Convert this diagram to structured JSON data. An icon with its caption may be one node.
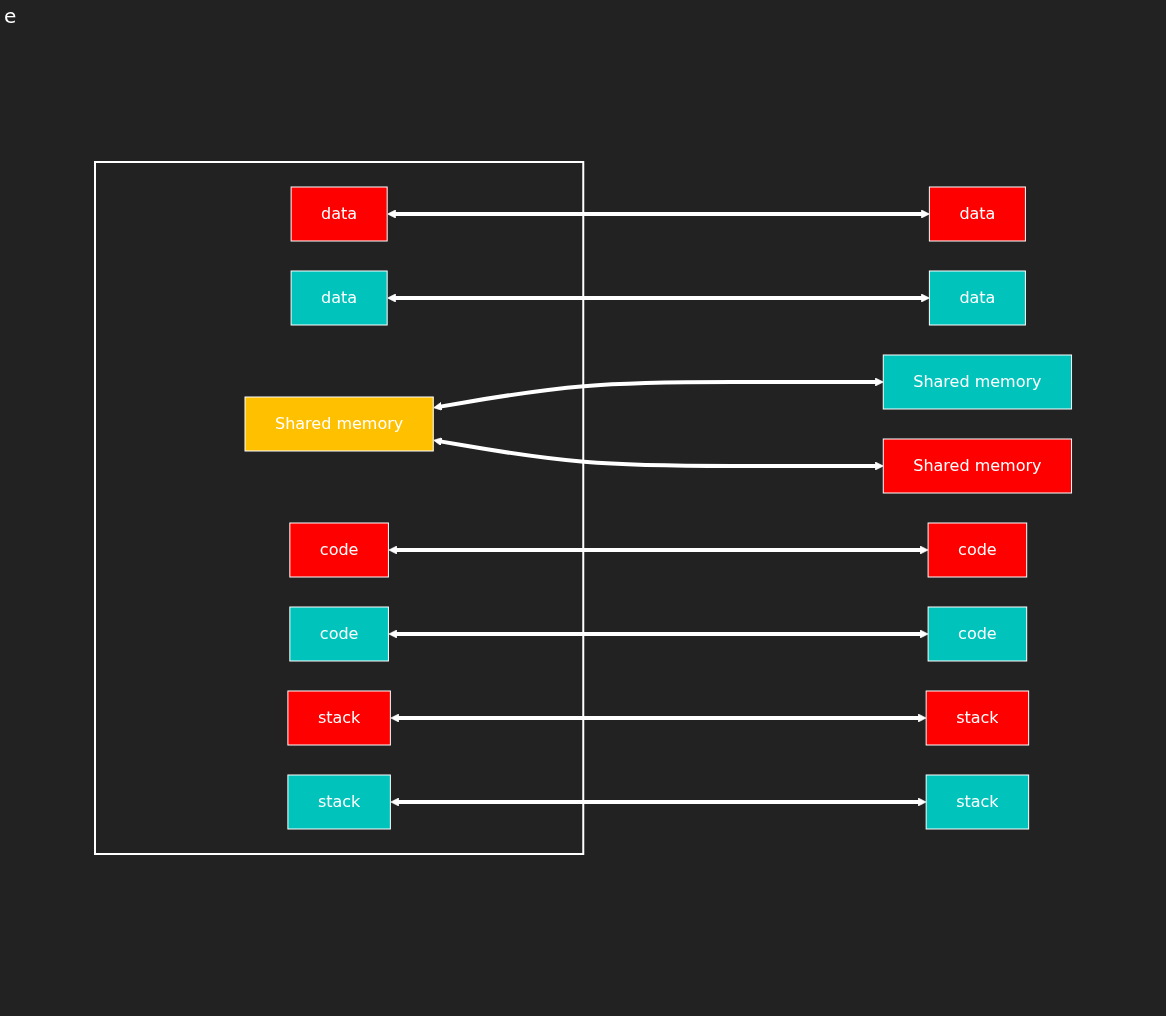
{
  "diagram": {
    "nodes": [
      {
        "text": [],
        "shape": "box"
      },
      {
        "text": [
          "data"
        ],
        "in": 0
      },
      {
        "text": [
          "data"
        ],
        "in": 0
      },
      {
        "text": [
          "Shared memory"
        ],
        "in": 0
      },
      {
        "text": [
          "code"
        ],
        "in": 0
      },
      {
        "text": [
          "code"
        ],
        "in": 0
      },
      {
        "text": [
          "stack"
        ],
        "in": 0
      },
      {
        "text": [
          "stack"
        ],
        "in": 0
      },
      {
        "text": [
          "data"
        ]
      },
      {
        "text": [
          "Shared memory"
        ]
      },
      {
        "text": [
          "stack"
        ]
      },
      {
        "text": [
          "code"
        ]
      },
      {
        "text": [
          "data"
        ]
      },
      {
        "text": [
          "Shared memory"
        ]
      },
      {
        "text": [
          "stack"
        ]
      },
      {
        "text": [
          "code"
        ]
      }
    ],
    "edges": [
      {
        "from": 1,
        "to": 12,
        "arrow": "both"
      },
      {
        "from": 2,
        "to": 8,
        "arrow": "both"
      },
      {
        "from": 3,
        "to": 9,
        "arrow": "both"
      },
      {
        "from": 3,
        "to": 13,
        "arrow": "both"
      },
      {
        "from": 4,
        "to": 15,
        "arrow": "both"
      },
      {
        "from": 5,
        "to": 11,
        "arrow": "both"
      },
      {
        "from": 6,
        "to": 14,
        "arrow": "both"
      },
      {
        "from": 7,
        "to": 10,
        "arrow": "both"
      }
    ],
    "labels": [
      "e"
    ]
  }
}
